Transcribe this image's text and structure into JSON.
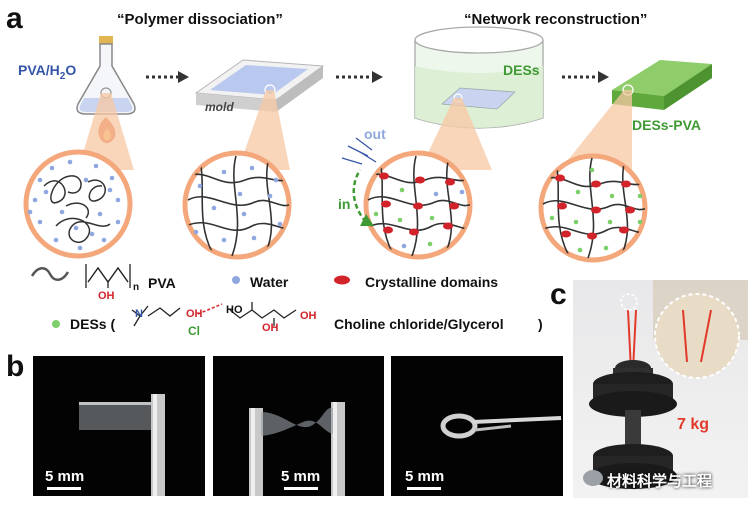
{
  "panel_labels": {
    "a": "a",
    "b": "b",
    "c": "c"
  },
  "stages": {
    "dissociation": "“Polymer dissociation”",
    "reconstruction": "“Network reconstruction”"
  },
  "flask_label": {
    "main": "PVA/H",
    "sub": "2",
    "tail": "O"
  },
  "mold_label": "mold",
  "des_bath_label": "DESs",
  "final_label": "DESs-PVA",
  "flow": {
    "out": "out",
    "in": "in"
  },
  "legend": {
    "pva": "PVA",
    "pva_oh": "OH",
    "pva_n": "n",
    "water": "Water",
    "crystalline": "Crystalline domains",
    "des_prefix": "DESs (",
    "des_name": "Choline chloride/Glycerol",
    "des_suffix": ")",
    "chem_n": "N",
    "chem_oh1": "OH",
    "chem_cl": "Cl",
    "chem_ho": "HO",
    "chem_oh2": "OH",
    "chem_oh3": "OH"
  },
  "scale_bars": [
    "5 mm",
    "5 mm",
    "5 mm"
  ],
  "weight_label": "7 kg",
  "watermark": "材料科学与工程",
  "colors": {
    "pva_blue": "#3556a8",
    "water_dot": "#8fa6de",
    "des_dot": "#7dcf6a",
    "crystal_red": "#d2232a",
    "green_label": "#3f9a34",
    "zoom_orange": "#f7c7a3",
    "weight_red": "#e23a2a"
  },
  "icons": [
    "flask-icon",
    "flame-icon",
    "mold-icon",
    "beaker-icon",
    "gel-slab-icon",
    "dumbbell-icon",
    "wechat-icon"
  ]
}
